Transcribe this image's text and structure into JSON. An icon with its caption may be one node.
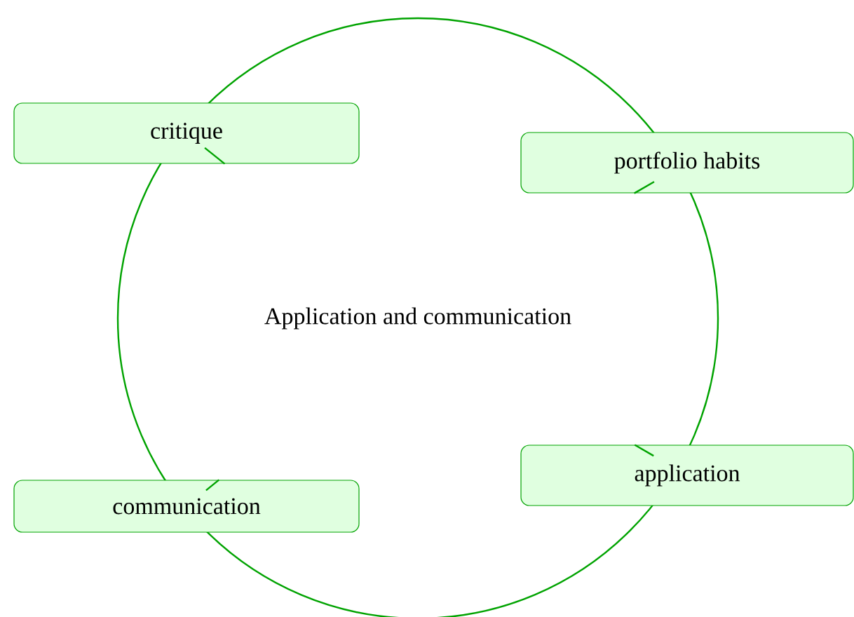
{
  "diagram": {
    "nodes": [
      {
        "text": [
          "Application and communication"
        ]
      },
      {
        "text": [
          "critique"
        ]
      },
      {
        "text": [
          "portfolio habits"
        ]
      },
      {
        "text": [
          "communication"
        ]
      },
      {
        "text": [
          "application"
        ]
      }
    ],
    "edges": [
      {
        "from": 0,
        "to": 1,
        "arrow": "none"
      },
      {
        "from": 0,
        "to": 2,
        "arrow": "none"
      },
      {
        "from": 0,
        "to": 3,
        "arrow": "none"
      },
      {
        "from": 0,
        "to": 4,
        "arrow": "none"
      }
    ]
  }
}
